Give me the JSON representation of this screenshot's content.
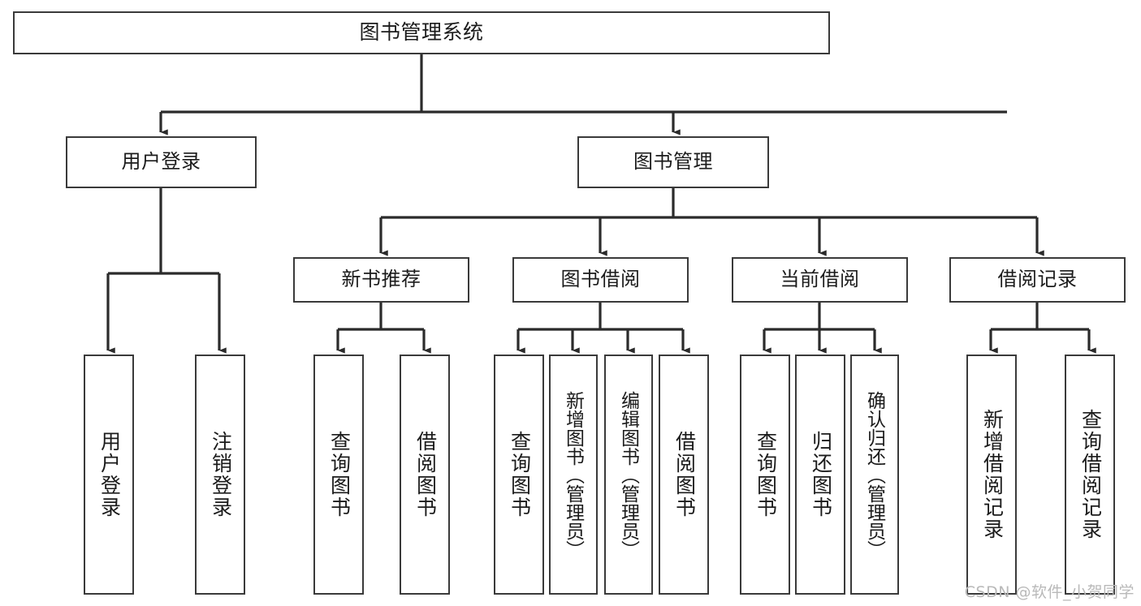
{
  "diagram": {
    "title": "图书管理系统",
    "type": "tree",
    "watermark": "CSDN @软件_小贺同学",
    "colors": {
      "box_border": "#3a3a3a",
      "box_fill": "#ffffff",
      "edge": "#2b2b2b",
      "text": "#1b1b1b",
      "watermark": "#b9b9b9"
    },
    "levels": {
      "level1": [
        {
          "id": "root",
          "label": "图书管理系统"
        }
      ],
      "level2": [
        {
          "id": "user-login",
          "label": "用户登录"
        },
        {
          "id": "book-manage",
          "label": "图书管理"
        }
      ],
      "level3": [
        {
          "id": "new-book-rec",
          "label": "新书推荐"
        },
        {
          "id": "book-borrow",
          "label": "图书借阅"
        },
        {
          "id": "current-borrow",
          "label": "当前借阅"
        },
        {
          "id": "borrow-record",
          "label": "借阅记录"
        }
      ],
      "level4": [
        {
          "id": "leaf-user-login",
          "label": "用户登录",
          "parent": "user-login"
        },
        {
          "id": "leaf-logout",
          "label": "注销登录",
          "parent": "user-login"
        },
        {
          "id": "leaf-query-book-1",
          "label": "查询图书",
          "parent": "new-book-rec"
        },
        {
          "id": "leaf-borrow-book-1",
          "label": "借阅图书",
          "parent": "new-book-rec"
        },
        {
          "id": "leaf-query-book-2",
          "label": "查询图书",
          "parent": "book-borrow"
        },
        {
          "id": "leaf-add-book",
          "label": "新增图书（管理员）",
          "parent": "book-borrow"
        },
        {
          "id": "leaf-edit-book",
          "label": "编辑图书（管理员）",
          "parent": "book-borrow"
        },
        {
          "id": "leaf-borrow-book-2",
          "label": "借阅图书",
          "parent": "book-borrow"
        },
        {
          "id": "leaf-query-book-3",
          "label": "查询图书",
          "parent": "current-borrow"
        },
        {
          "id": "leaf-return-book",
          "label": "归还图书",
          "parent": "current-borrow"
        },
        {
          "id": "leaf-confirm-return",
          "label": "确认归还（管理员）",
          "parent": "current-borrow"
        },
        {
          "id": "leaf-add-record",
          "label": "新增借阅记录",
          "parent": "borrow-record"
        },
        {
          "id": "leaf-query-record",
          "label": "查询借阅记录",
          "parent": "borrow-record"
        }
      ]
    },
    "edges": [
      {
        "from": "root",
        "to": "user-login"
      },
      {
        "from": "root",
        "to": "book-manage"
      },
      {
        "from": "user-login",
        "to": "leaf-user-login"
      },
      {
        "from": "user-login",
        "to": "leaf-logout"
      },
      {
        "from": "book-manage",
        "to": "new-book-rec"
      },
      {
        "from": "book-manage",
        "to": "book-borrow"
      },
      {
        "from": "book-manage",
        "to": "current-borrow"
      },
      {
        "from": "book-manage",
        "to": "borrow-record"
      },
      {
        "from": "new-book-rec",
        "to": "leaf-query-book-1"
      },
      {
        "from": "new-book-rec",
        "to": "leaf-borrow-book-1"
      },
      {
        "from": "book-borrow",
        "to": "leaf-query-book-2"
      },
      {
        "from": "book-borrow",
        "to": "leaf-add-book"
      },
      {
        "from": "book-borrow",
        "to": "leaf-edit-book"
      },
      {
        "from": "book-borrow",
        "to": "leaf-borrow-book-2"
      },
      {
        "from": "current-borrow",
        "to": "leaf-query-book-3"
      },
      {
        "from": "current-borrow",
        "to": "leaf-return-book"
      },
      {
        "from": "current-borrow",
        "to": "leaf-confirm-return"
      },
      {
        "from": "borrow-record",
        "to": "leaf-add-record"
      },
      {
        "from": "borrow-record",
        "to": "leaf-query-record"
      }
    ]
  }
}
